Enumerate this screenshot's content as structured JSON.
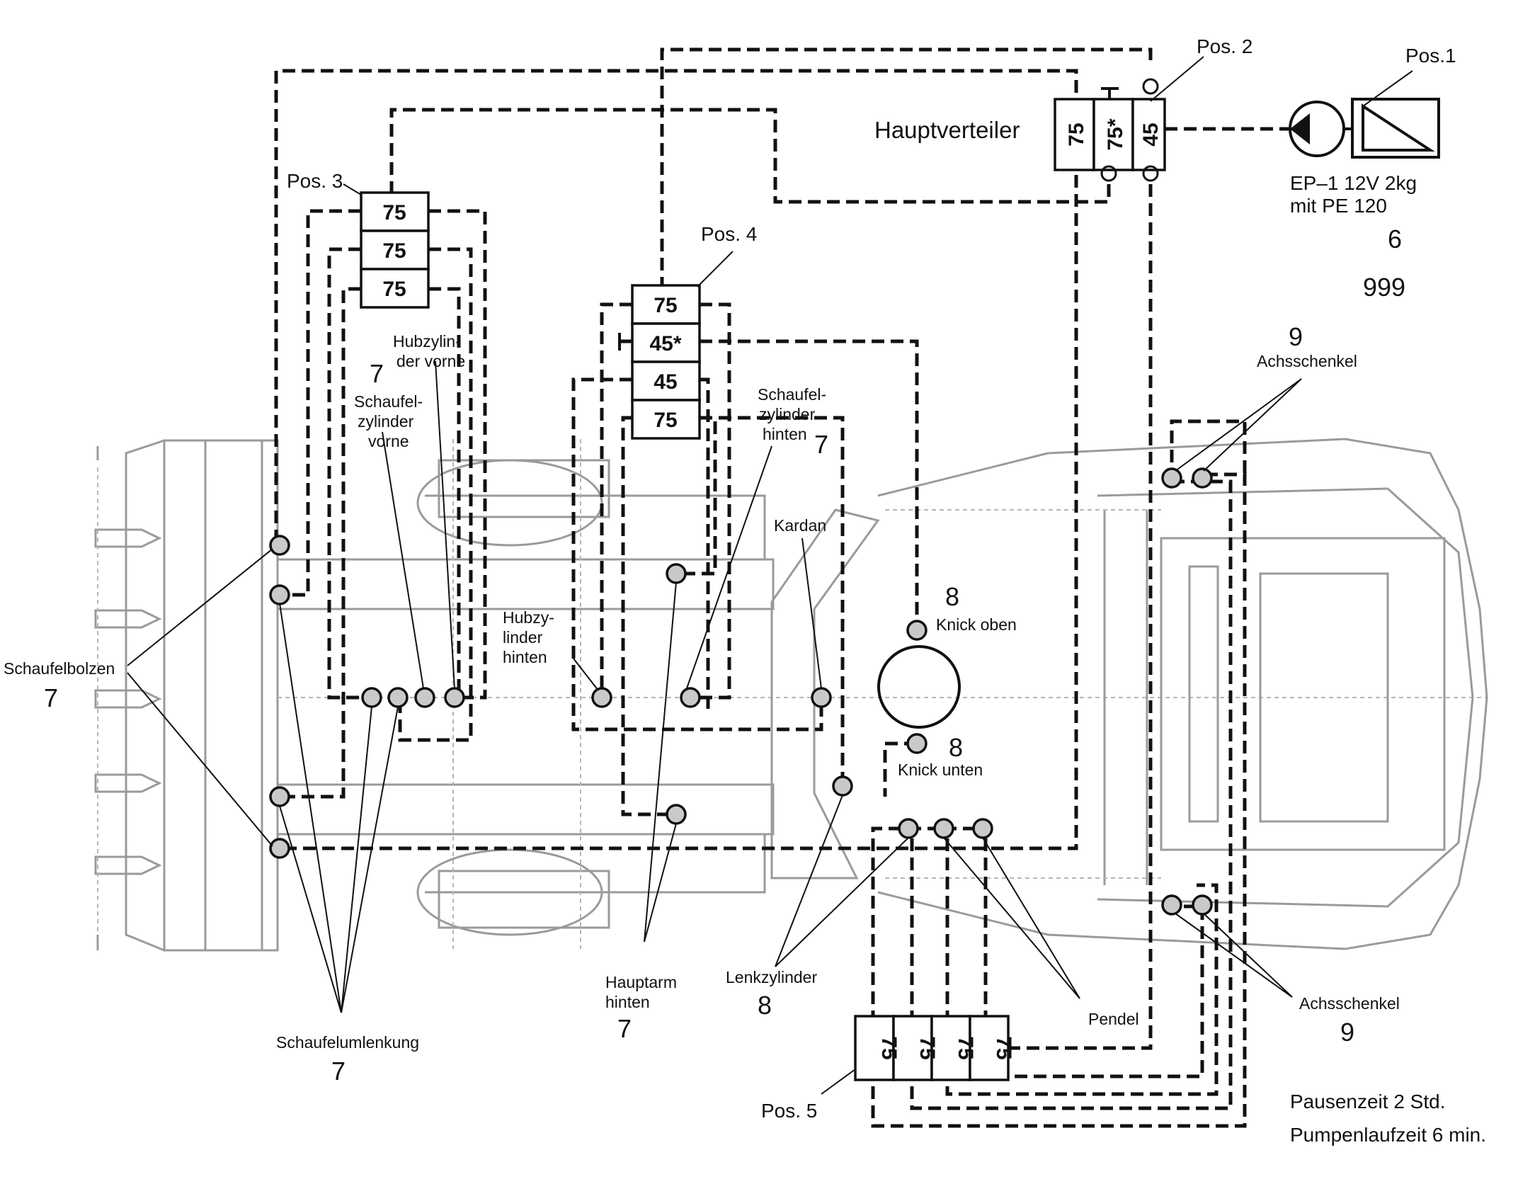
{
  "labels": {
    "pos1": "Pos.1",
    "pos2": "Pos. 2",
    "pos3": "Pos. 3",
    "pos4": "Pos. 4",
    "pos5": "Pos. 5",
    "hauptverteiler": "Hauptverteiler",
    "pump_line1": "EP–1 12V 2kg",
    "pump_line2": "mit PE 120",
    "pump_num6": "6",
    "pump_num999": "999",
    "hubzylinder_vorne_1": "Hubzylin-",
    "hubzylinder_vorne_2": "der vorne",
    "schaufelzyl_vorne_1": "Schaufel-",
    "schaufelzyl_vorne_2": "zylinder",
    "schaufelzyl_vorne_3": "vorne",
    "num7_vorne": "7",
    "schaufelzyl_hinten_1": "Schaufel-",
    "schaufelzyl_hinten_2": "zylinder",
    "schaufelzyl_hinten_3": "hinten",
    "num7_hinten": "7",
    "kardan": "Kardan",
    "hubzyl_hinten_1": "Hubzy-",
    "hubzyl_hinten_2": "linder",
    "hubzyl_hinten_3": "hinten",
    "knick_oben": "Knick oben",
    "num8_oben": "8",
    "knick_unten": "Knick unten",
    "num8_unten": "8",
    "achsschenkel_top": "Achsschenkel",
    "num9_top": "9",
    "achsschenkel_bottom": "Achsschenkel",
    "num9_bottom": "9",
    "schaufelbolzen": "Schaufelbolzen",
    "num7_bolzen": "7",
    "schaufelumlenkung": "Schaufelumlenkung",
    "num7_umlenkung": "7",
    "hauptarm_1": "Hauptarm",
    "hauptarm_2": "hinten",
    "num7_hauptarm": "7",
    "lenkzylinder": "Lenkzylinder",
    "num8_lenk": "8",
    "pendel": "Pendel",
    "pausenzeit": "Pausenzeit 2  Std.",
    "pumpenlaufzeit": "Pumpenlaufzeit 6  min."
  },
  "distributors": {
    "hauptverteiler": [
      "75",
      "75*",
      "45"
    ],
    "pos3": [
      "75",
      "75",
      "75"
    ],
    "pos4": [
      "75",
      "45*",
      "45",
      "75"
    ],
    "pos5": [
      "75",
      "75",
      "75",
      "75"
    ]
  }
}
